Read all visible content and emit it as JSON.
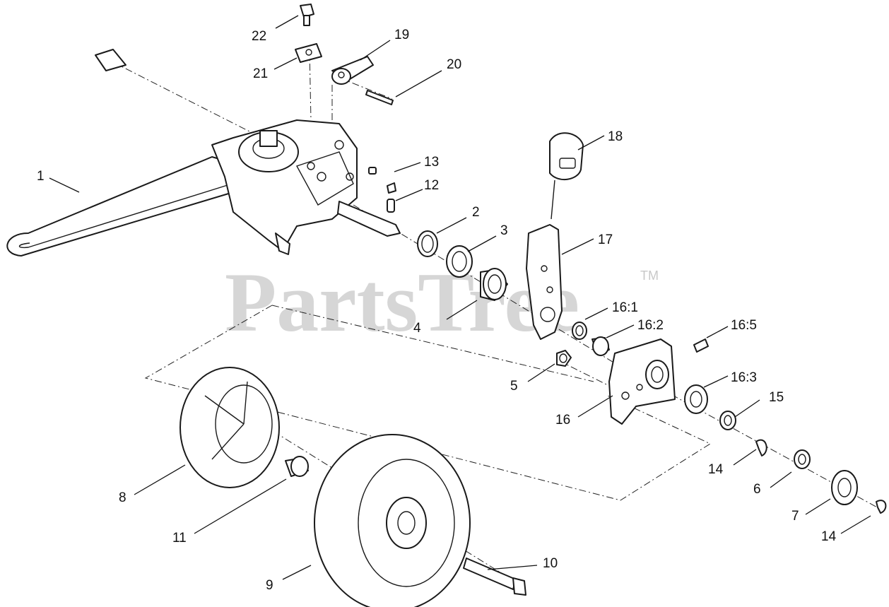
{
  "watermark": {
    "text": "PartsTree",
    "trademark": "TM"
  },
  "callouts": {
    "p1": "1",
    "p2": "2",
    "p3": "3",
    "p4": "4",
    "p5": "5",
    "p6": "6",
    "p7": "7",
    "p8": "8",
    "p9": "9",
    "p10": "10",
    "p11": "11",
    "p12": "12",
    "p13": "13",
    "p14a": "14",
    "p14b": "14",
    "p15": "15",
    "p16": "16",
    "p16_1": "16:1",
    "p16_2": "16:2",
    "p16_3": "16:3",
    "p16_5": "16:5",
    "p17": "17",
    "p18": "18",
    "p19": "19",
    "p20": "20",
    "p21": "21",
    "p22": "22"
  }
}
